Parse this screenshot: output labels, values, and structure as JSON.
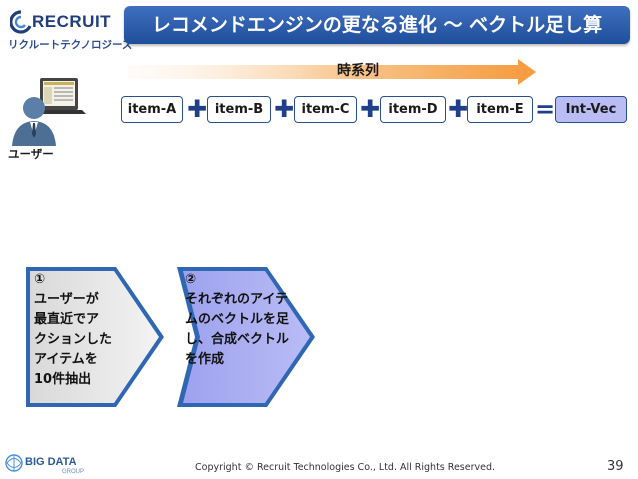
{
  "header": {
    "logo_text": "RECRUIT",
    "logo_subtext": "リクルートテクノロジーズ",
    "title": "レコメンドエンジンの更なる進化 ～ ベクトル足し算"
  },
  "timeline": {
    "label": "時系列"
  },
  "user": {
    "label": "ユーザー"
  },
  "items": [
    {
      "label": "item-A"
    },
    {
      "label": "item-B"
    },
    {
      "label": "item-C"
    },
    {
      "label": "item-D"
    },
    {
      "label": "item-E"
    }
  ],
  "operators": {
    "plus": "✚",
    "equals": "="
  },
  "result": {
    "label": "Int-Vec"
  },
  "steps": [
    {
      "number": "①",
      "lines": [
        "ユーザーが",
        "最直近でア",
        "クションした",
        "アイテムを",
        "10件抽出"
      ]
    },
    {
      "number": "②",
      "lines": [
        "それぞれのアイテ",
        "ムのベクトルを足",
        "し、合成ベクトル",
        "を作成"
      ]
    }
  ],
  "footer": {
    "bigdata_logo_text": "BIG DATA",
    "bigdata_logo_subtext": "GROUP",
    "copyright": "Copyright © Recruit Technologies Co., Ltd. All Rights Reserved.",
    "page_number": "39"
  },
  "colors": {
    "title_bar": "#2d5aa8",
    "arrow_start": "#fdf1e4",
    "arrow_end": "#f59a3c",
    "item_border": "#2a4f8e",
    "result_fill": "#b9bdf4",
    "operator": "#1f3f8a",
    "step1_fill": "#eeeeee",
    "step2_fill": "#9fa3f0",
    "chevron_border": "#2f67b4"
  }
}
